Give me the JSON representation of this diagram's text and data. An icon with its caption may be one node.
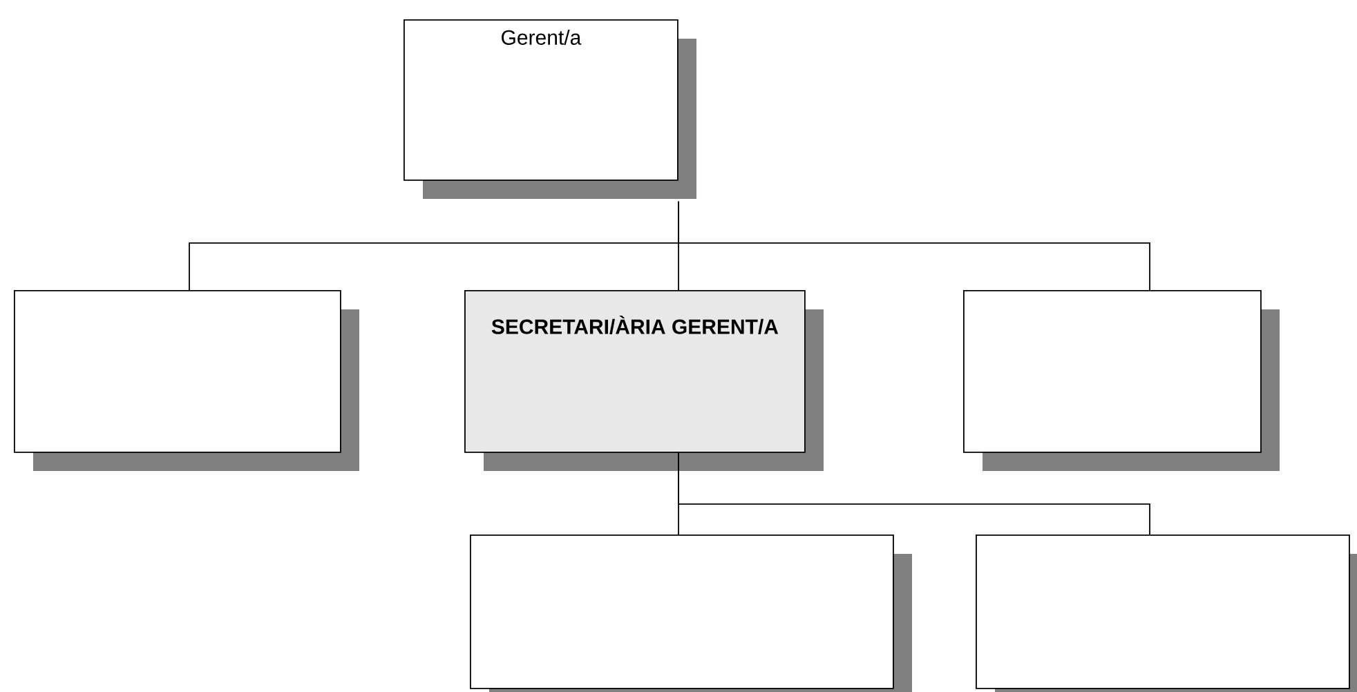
{
  "diagram": {
    "nodes": [
      {
        "text": [
          "Gerent/a"
        ]
      },
      {
        "text": [],
        "shape": "box"
      },
      {
        "text": [
          "SECRETARI/ÀRIA GERENT/A"
        ]
      },
      {
        "text": [],
        "shape": "box"
      },
      {
        "text": [],
        "shape": "box"
      },
      {
        "text": [],
        "shape": "box"
      }
    ],
    "edges": [
      {
        "from": 0,
        "to": 1,
        "arrow": "none"
      },
      {
        "from": 0,
        "to": 2,
        "arrow": "none"
      },
      {
        "from": 0,
        "to": 3,
        "arrow": "none"
      },
      {
        "from": 2,
        "to": 4,
        "arrow": "none"
      },
      {
        "from": 2,
        "to": 5,
        "arrow": "none"
      }
    ]
  }
}
